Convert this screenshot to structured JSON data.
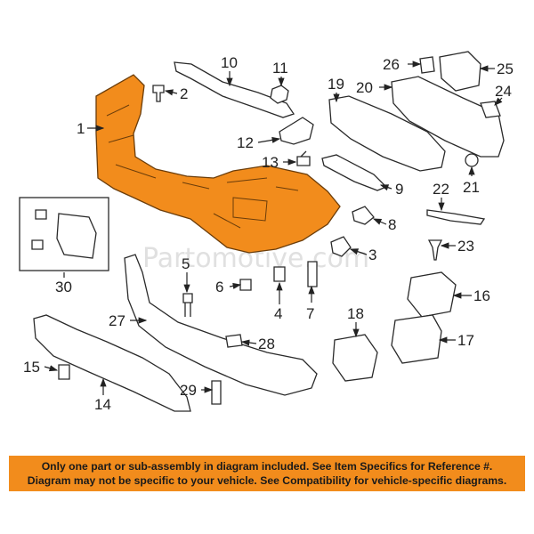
{
  "watermark": "Partomotive.com",
  "accent_color": "#f28c1c",
  "callouts": [
    "1",
    "2",
    "3",
    "4",
    "5",
    "6",
    "7",
    "8",
    "9",
    "10",
    "11",
    "12",
    "13",
    "14",
    "15",
    "16",
    "17",
    "18",
    "19",
    "20",
    "21",
    "22",
    "23",
    "24",
    "25",
    "26",
    "27",
    "28",
    "29",
    "30"
  ],
  "footer": {
    "line1": "Only one part or sub-assembly in diagram included. See Item Specifics for Reference #.",
    "line2": "Diagram may not be specific to your vehicle. See Compatibility for vehicle-specific diagrams."
  }
}
